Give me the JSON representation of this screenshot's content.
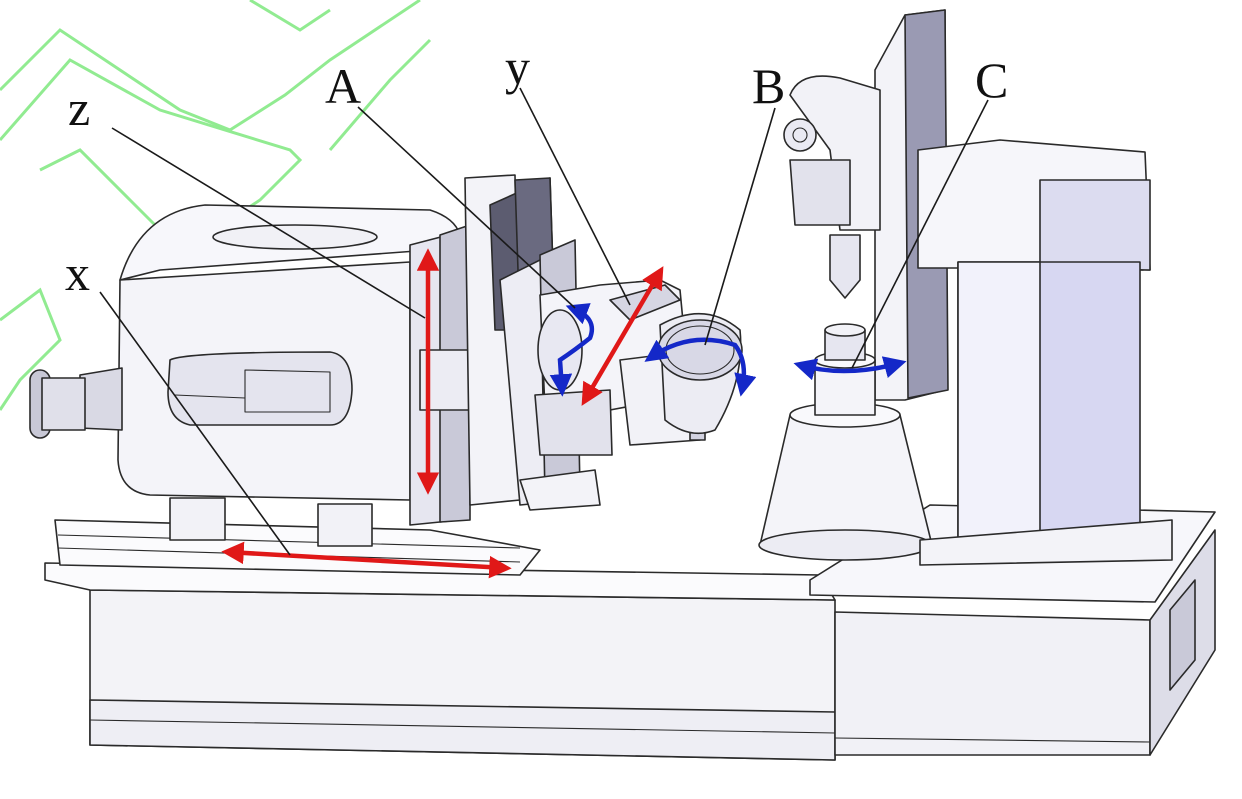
{
  "figure": {
    "axis_labels": {
      "x": "x",
      "y": "y",
      "z": "z",
      "A": "A",
      "B": "B",
      "C": "C"
    },
    "colors": {
      "linear_axis_arrow": "#e01818",
      "rotary_axis_arrow": "#1428c8",
      "watermark": "#7ee87e",
      "machine_face_light": "#f6f6fa",
      "machine_face_mid": "#e4e4ee",
      "machine_face_dark": "#b8b8cc",
      "column_face": "#d8d8f0"
    }
  }
}
